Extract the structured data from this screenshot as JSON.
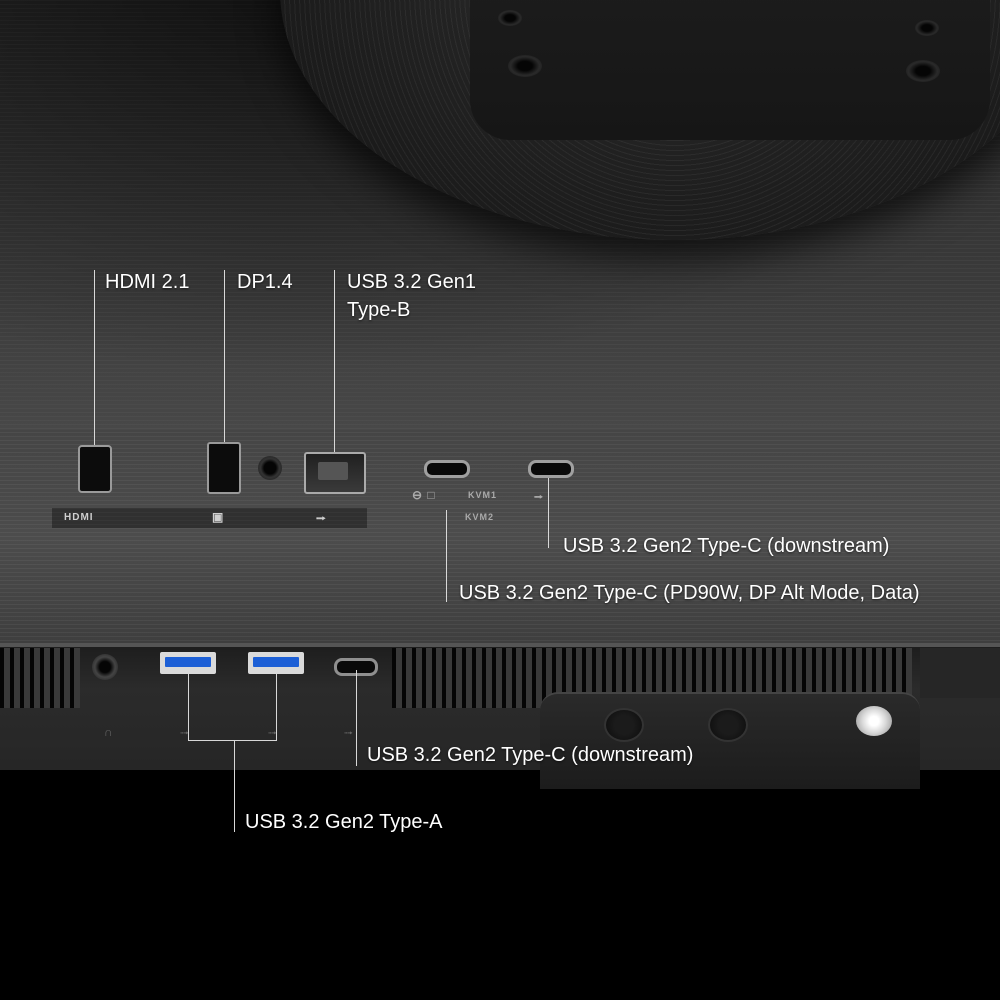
{
  "callouts": {
    "hdmi": "HDMI 2.1",
    "dp": "DP1.4",
    "usb_b_line1": "USB 3.2 Gen1",
    "usb_b_line2": "Type-B",
    "typec_downstream_top": "USB 3.2 Gen2 Type-C (downstream)",
    "typec_pd": "USB 3.2 Gen2 Type-C (PD90W, DP Alt Mode, Data)",
    "typec_downstream_bottom": "USB 3.2 Gen2 Type-C  (downstream)",
    "typea": "USB 3.2 Gen2 Type-A"
  },
  "silkscreen": {
    "hdmi": "HDMI",
    "kvm1": "KVM1",
    "kvm2": "KVM2"
  },
  "icons": [
    "dp-logo-icon",
    "usb-icon",
    "monitor-icon",
    "headphone-icon",
    "power-light-icon"
  ],
  "colors": {
    "usb_a_insert": "#1c5fd6",
    "callout_text": "#ffffff",
    "leader_line": "#d8d8d8"
  }
}
